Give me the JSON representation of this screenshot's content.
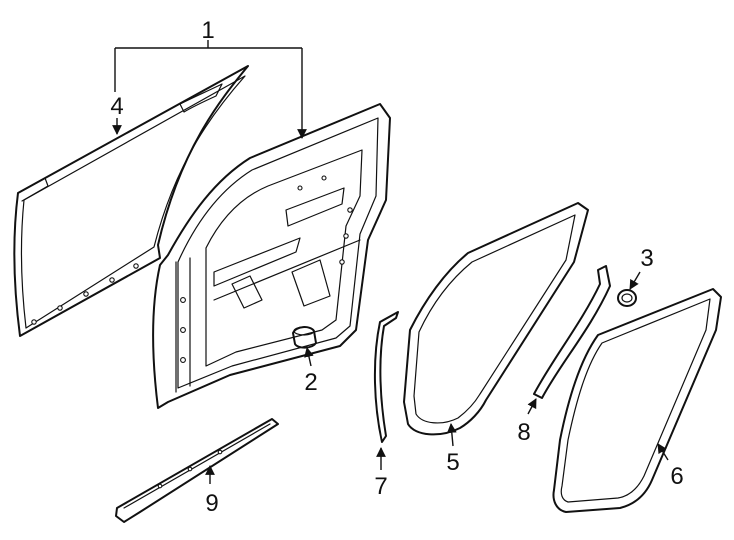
{
  "callouts": {
    "c1": "1",
    "c2": "2",
    "c3": "3",
    "c4": "4",
    "c5": "5",
    "c6": "6",
    "c7": "7",
    "c8": "8",
    "c9": "9"
  },
  "colors": {
    "line": "#111111",
    "background": "#ffffff"
  }
}
